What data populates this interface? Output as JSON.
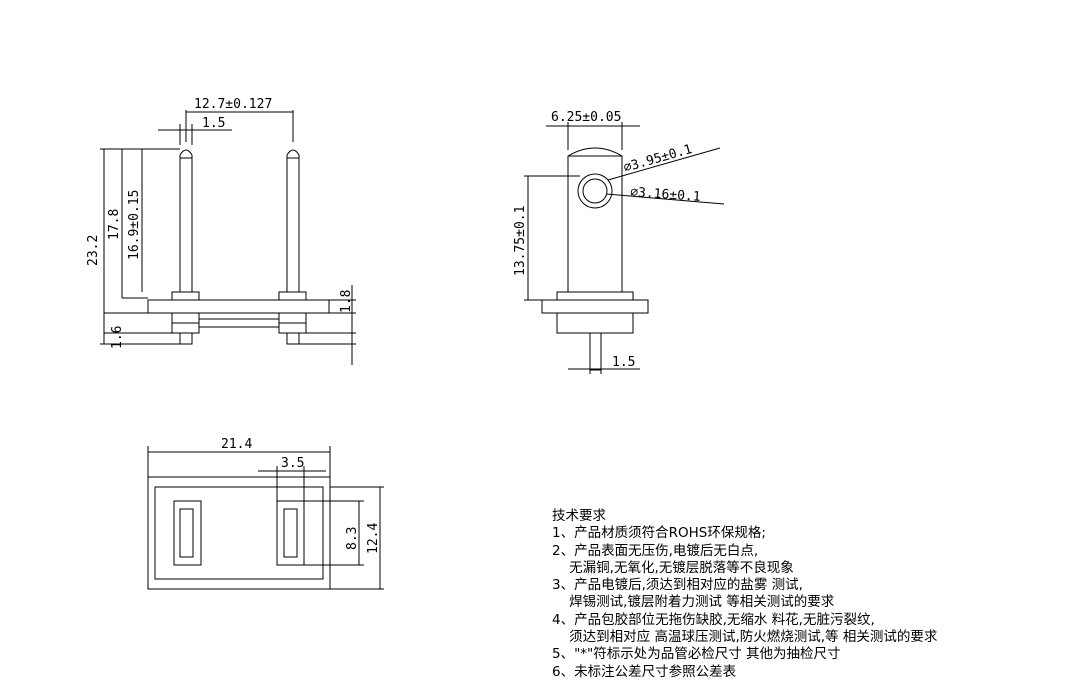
{
  "front_view": {
    "dim_pitch": "12.7±0.127",
    "dim_pin_width": "1.5",
    "dim_total_height": "23.2",
    "dim_upper_height": "17.8",
    "dim_pin_length": "16.9±0.15",
    "dim_flange": "1.8",
    "dim_bottom": "1.6"
  },
  "side_view": {
    "dim_width": "6.25±0.05",
    "dim_outer_hole": "∅3.95±0.1",
    "dim_inner_hole": "∅3.16±0.1",
    "dim_height": "13.75±0.1",
    "dim_pin_width": "1.5"
  },
  "top_view": {
    "dim_length": "21.4",
    "dim_slot_width": "3.5",
    "dim_slot_height": "8.3",
    "dim_total_width": "12.4"
  },
  "requirements": {
    "title": "技术要求",
    "lines": [
      "1、产品材质须符合ROHS环保规格;",
      "2、产品表面无压伤,电镀后无白点,",
      "    无漏铜,无氧化,无镀层脱落等不良现象",
      "3、产品电镀后,须达到相对应的盐雾 测试,",
      "    焊锡测试,镀层附着力测试 等相关测试的要求",
      "4、产品包胶部位无拖伤缺胶,无缩水 料花,无脏污裂纹,",
      "    须达到相对应 高温球压测试,防火燃烧测试,等 相关测试的要求",
      "5、\"*\"符标示处为品管必检尺寸 其他为抽检尺寸",
      "6、未标注公差尺寸参照公差表"
    ]
  }
}
